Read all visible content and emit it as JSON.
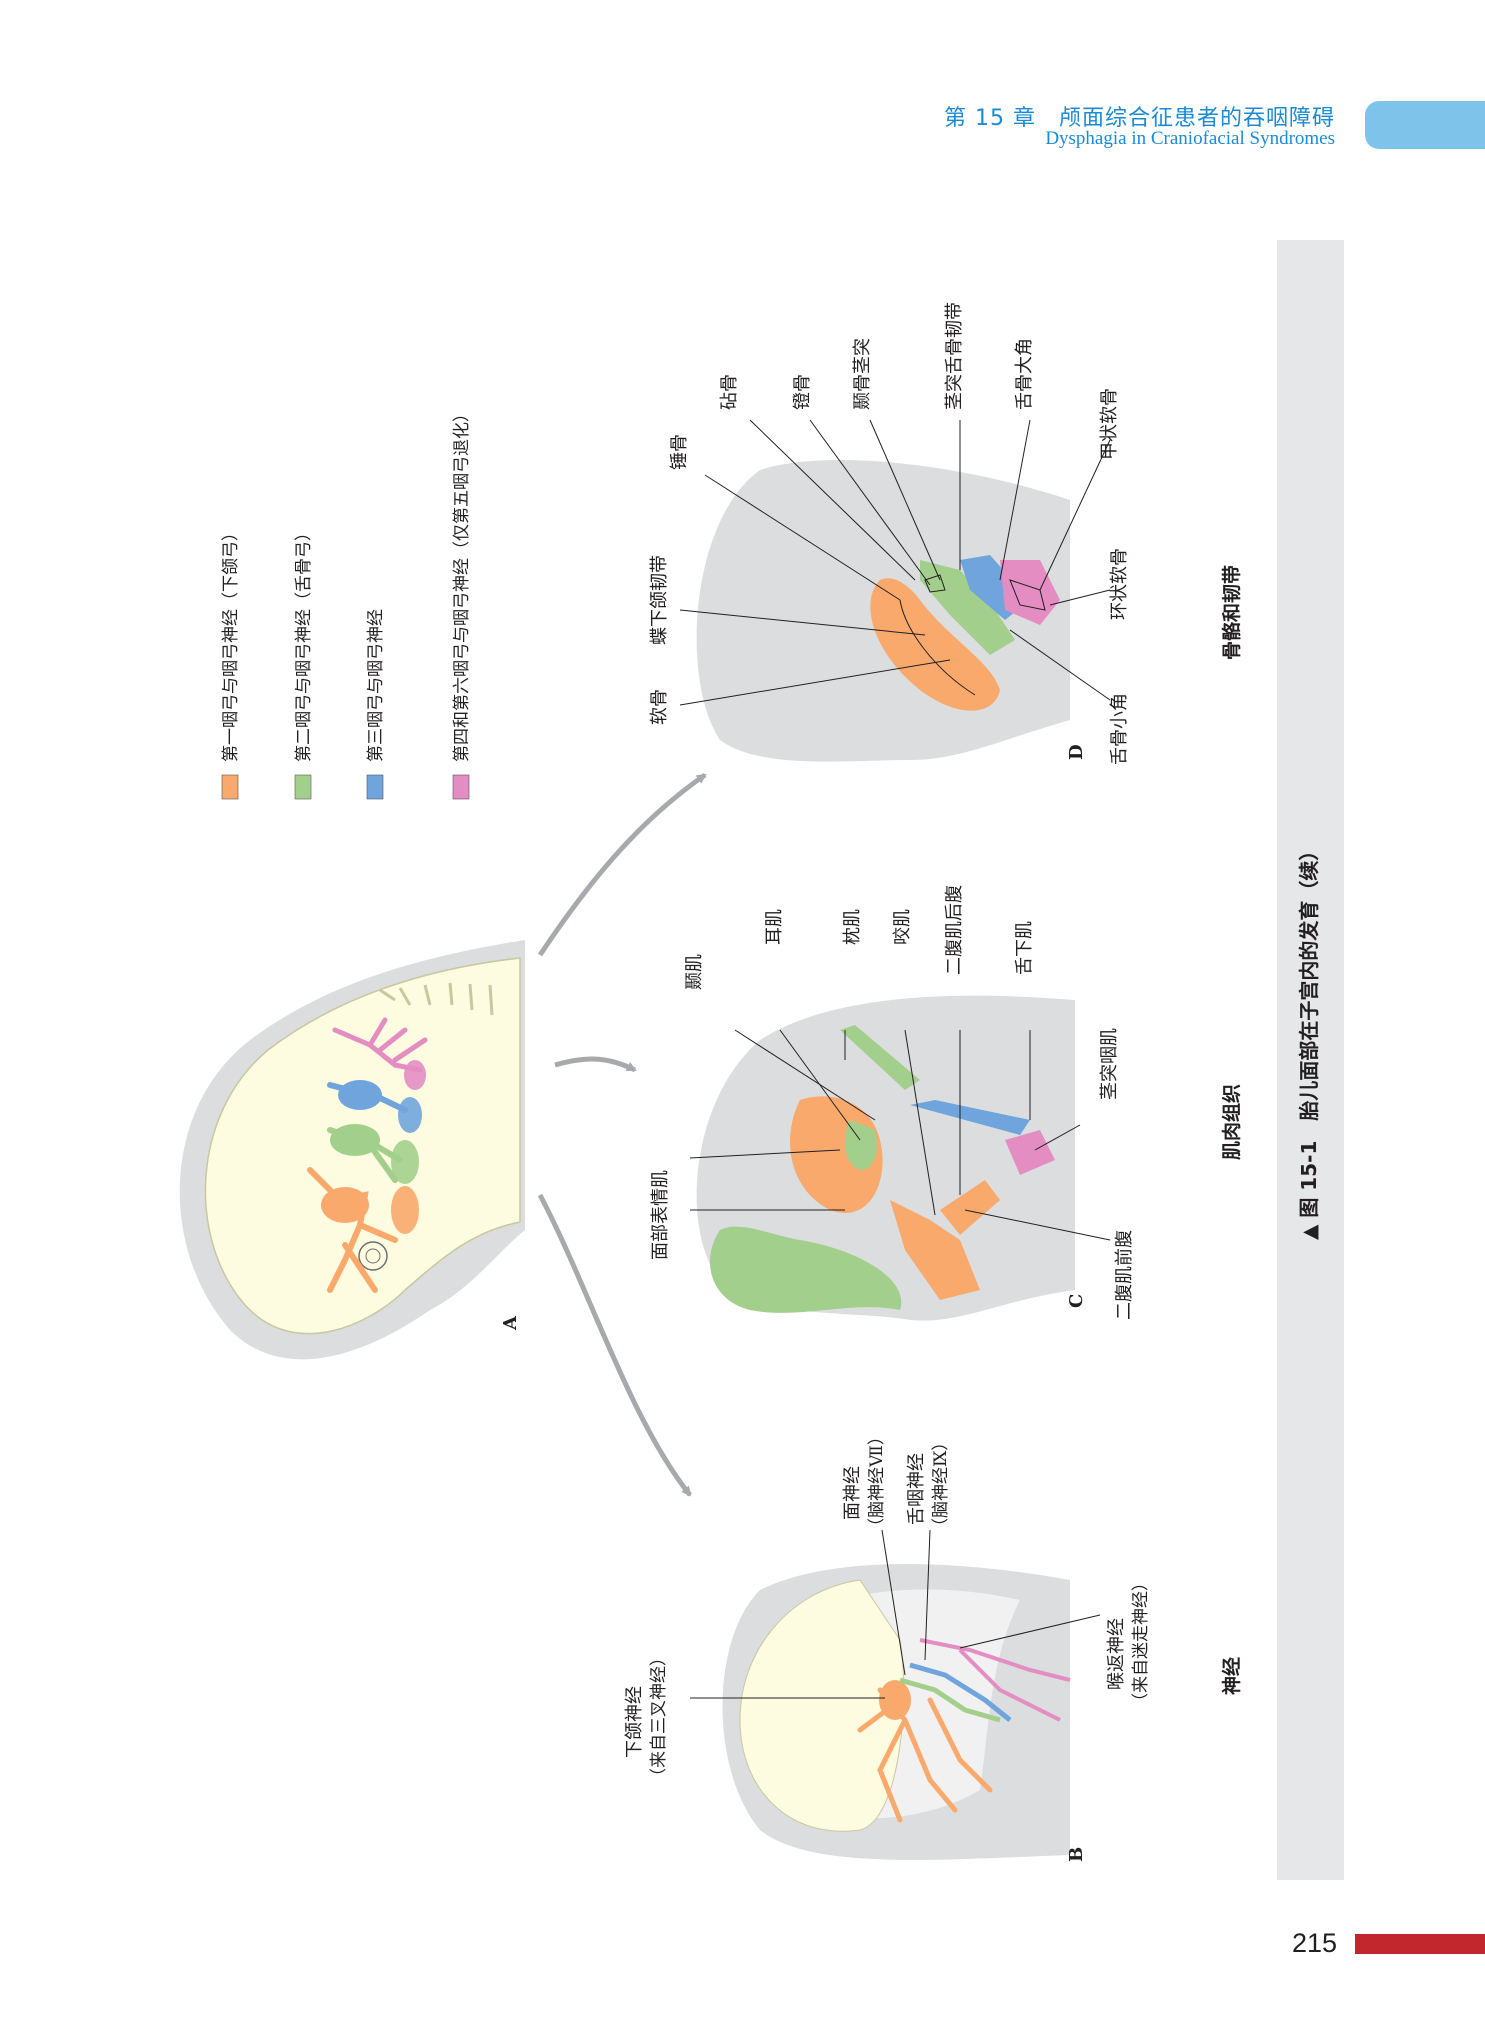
{
  "header": {
    "chapter_title": "第 15 章　颅面综合征患者的吞咽障碍",
    "chapter_subtitle": "Dysphagia in Craniofacial Syndromes"
  },
  "figure": {
    "caption": "▲ 图 15-1　胎儿面部在子宫内的发育（续）",
    "panel_labels": {
      "a": "A",
      "b": "B",
      "c": "C",
      "d": "D"
    },
    "panel_titles": {
      "b": "神经",
      "c": "肌肉组织",
      "d": "骨骼和韧带"
    },
    "legend": [
      {
        "label": "第一咽弓与咽弓神经（下颌弓）",
        "color": "#f9a96b"
      },
      {
        "label": "第二咽弓与咽弓神经（舌骨弓）",
        "color": "#a3cf8c"
      },
      {
        "label": "第三咽弓与咽弓神经",
        "color": "#6fa5dc"
      },
      {
        "label": "第四和第六咽弓与咽弓神经（仅第五咽弓退化）",
        "color": "#e38dc3"
      }
    ],
    "panel_b_labels": {
      "mandibular": "下颌神经",
      "mandibular_note": "（来自三叉神经）",
      "facial": "面神经",
      "facial_note": "（脑神经Ⅶ）",
      "glosso": "舌咽神经",
      "glosso_note": "（脑神经Ⅸ）",
      "laryngeal": "喉返神经",
      "laryngeal_note": "（来自迷走神经）"
    },
    "panel_c_labels": {
      "temporalis": "颞肌",
      "auricular": "耳肌",
      "occipitalis": "枕肌",
      "masseter": "咬肌",
      "digastric_post": "二腹肌后腹",
      "hyoglossus": "舌下肌",
      "stylopharyngeus": "茎突咽肌",
      "facial_expression": "面部表情肌",
      "digastric_ant": "二腹肌前腹"
    },
    "panel_d_labels": {
      "malleus": "锤骨",
      "incus": "砧骨",
      "stapes": "镫骨",
      "styloid": "颞骨茎突",
      "stylohyoid_lig": "茎突舌骨韧带",
      "greater_horn": "舌骨大角",
      "thyroid": "甲状软骨",
      "cricoid": "环状软骨",
      "lesser_horn": "舌骨小角",
      "sphenomandibular": "蝶下颌韧带",
      "meckel": "软骨"
    }
  },
  "page": {
    "number": "215"
  },
  "colors": {
    "accent_blue": "#1a8ad4",
    "tab_blue": "#7dc3ea",
    "caption_band": "#e6e7e8",
    "footer_red": "#c1272d",
    "arch1": "#f9a96b",
    "arch2": "#a3cf8c",
    "arch3": "#6fa5dc",
    "arch4": "#e38dc3",
    "tissue_gray": "#dcdddf",
    "embryo_yellow": "#fdfbe0",
    "arrow_gray": "#a7a9ac"
  }
}
